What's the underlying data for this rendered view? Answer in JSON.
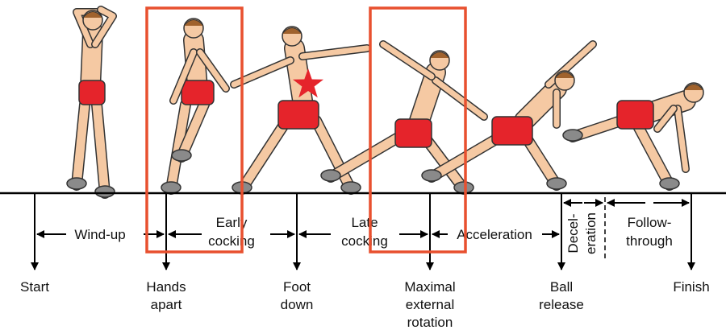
{
  "colors": {
    "highlight": "#e8502f",
    "skin": "#f5c9a3",
    "shorts": "#e5242b",
    "shoes": "#8a8a8a",
    "line": "#000000"
  },
  "events": [
    {
      "lines": [
        "Start"
      ]
    },
    {
      "lines": [
        "Hands",
        "apart"
      ]
    },
    {
      "lines": [
        "Foot",
        "down"
      ]
    },
    {
      "lines": [
        "Maximal",
        "external",
        "rotation"
      ]
    },
    {
      "lines": [
        "Ball",
        "release"
      ]
    },
    {
      "lines": [
        "Finish"
      ]
    }
  ],
  "phases": [
    {
      "lines": [
        "Wind-up"
      ]
    },
    {
      "lines": [
        "Early",
        "cocking"
      ]
    },
    {
      "lines": [
        "Late",
        "cocking"
      ]
    },
    {
      "lines": [
        "Acceleration"
      ]
    },
    {
      "lines": [
        "Decel-",
        "eration"
      ]
    },
    {
      "lines": [
        "Follow-",
        "through"
      ]
    }
  ],
  "highlighted_phases": [
    "Early cocking",
    "Late cocking"
  ],
  "marker": "star-icon"
}
